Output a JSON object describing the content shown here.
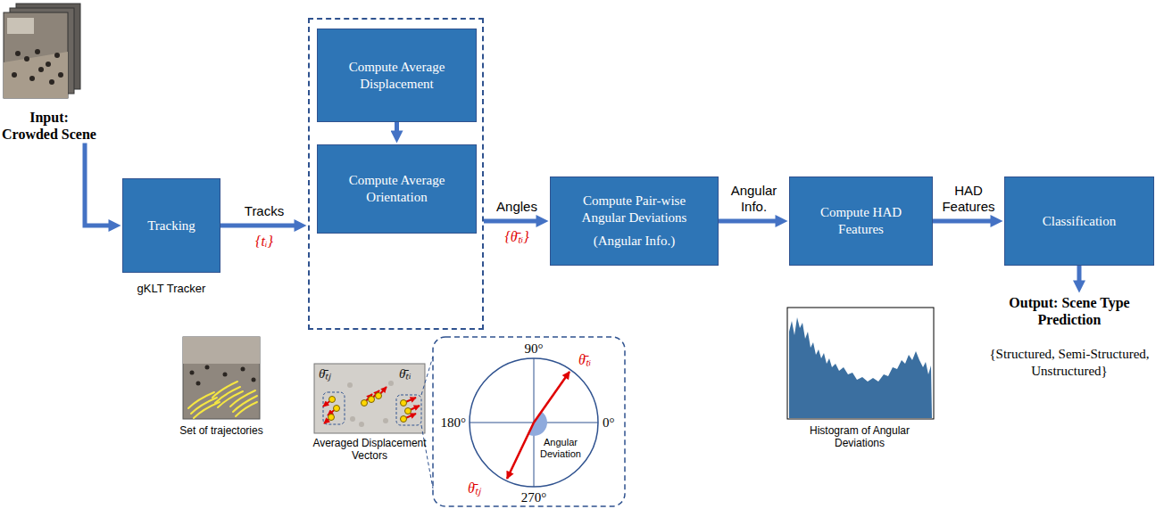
{
  "diagram": {
    "nodes": [
      {
        "text": [
          "Input: Crowded Scene"
        ]
      },
      {
        "text": [
          "Tracking",
          "gKLT Tracker"
        ]
      },
      {
        "text": []
      },
      {
        "text": [
          "Compute Average Displacement"
        ],
        "in": 2
      },
      {
        "text": [
          "Compute Average Orientation"
        ],
        "in": 2
      },
      {
        "text": [
          "Compute Pair-wise Angular Deviations",
          "(Angular Info.)"
        ]
      },
      {
        "text": [
          "Compute HAD Features"
        ]
      },
      {
        "text": [
          "Classification"
        ]
      },
      {
        "text": [
          "Output: Scene Type Prediction",
          "{Structured, Semi-Structured, Unstructured}"
        ]
      }
    ],
    "edges": [
      {
        "from": 0,
        "to": 1,
        "arrow": "to"
      },
      {
        "from": 1,
        "to": 2,
        "label": "Tracks",
        "arrow": "to"
      },
      {
        "from": 3,
        "to": 4,
        "arrow": "to"
      },
      {
        "from": 2,
        "to": 5,
        "label": "Angles",
        "arrow": "to"
      },
      {
        "from": 5,
        "to": 6,
        "label": "Angular Info.",
        "arrow": "to"
      },
      {
        "from": 6,
        "to": 7,
        "label": "HAD Features",
        "arrow": "to"
      },
      {
        "from": 7,
        "to": 8,
        "arrow": "to"
      }
    ],
    "labels": [
      "{tᵢ}",
      "{θ̄ₜᵢ}",
      "Set of trajectories",
      "Averaged Displacement Vectors",
      "θ̄ₜⱼ",
      "θ̄ₜᵢ",
      "90°",
      "180°",
      "0°",
      "270°",
      "θ̄ₜᵢ",
      "θ̄ₜⱼ",
      "Angular Deviation",
      "Histogram of Angular Deviations"
    ]
  }
}
